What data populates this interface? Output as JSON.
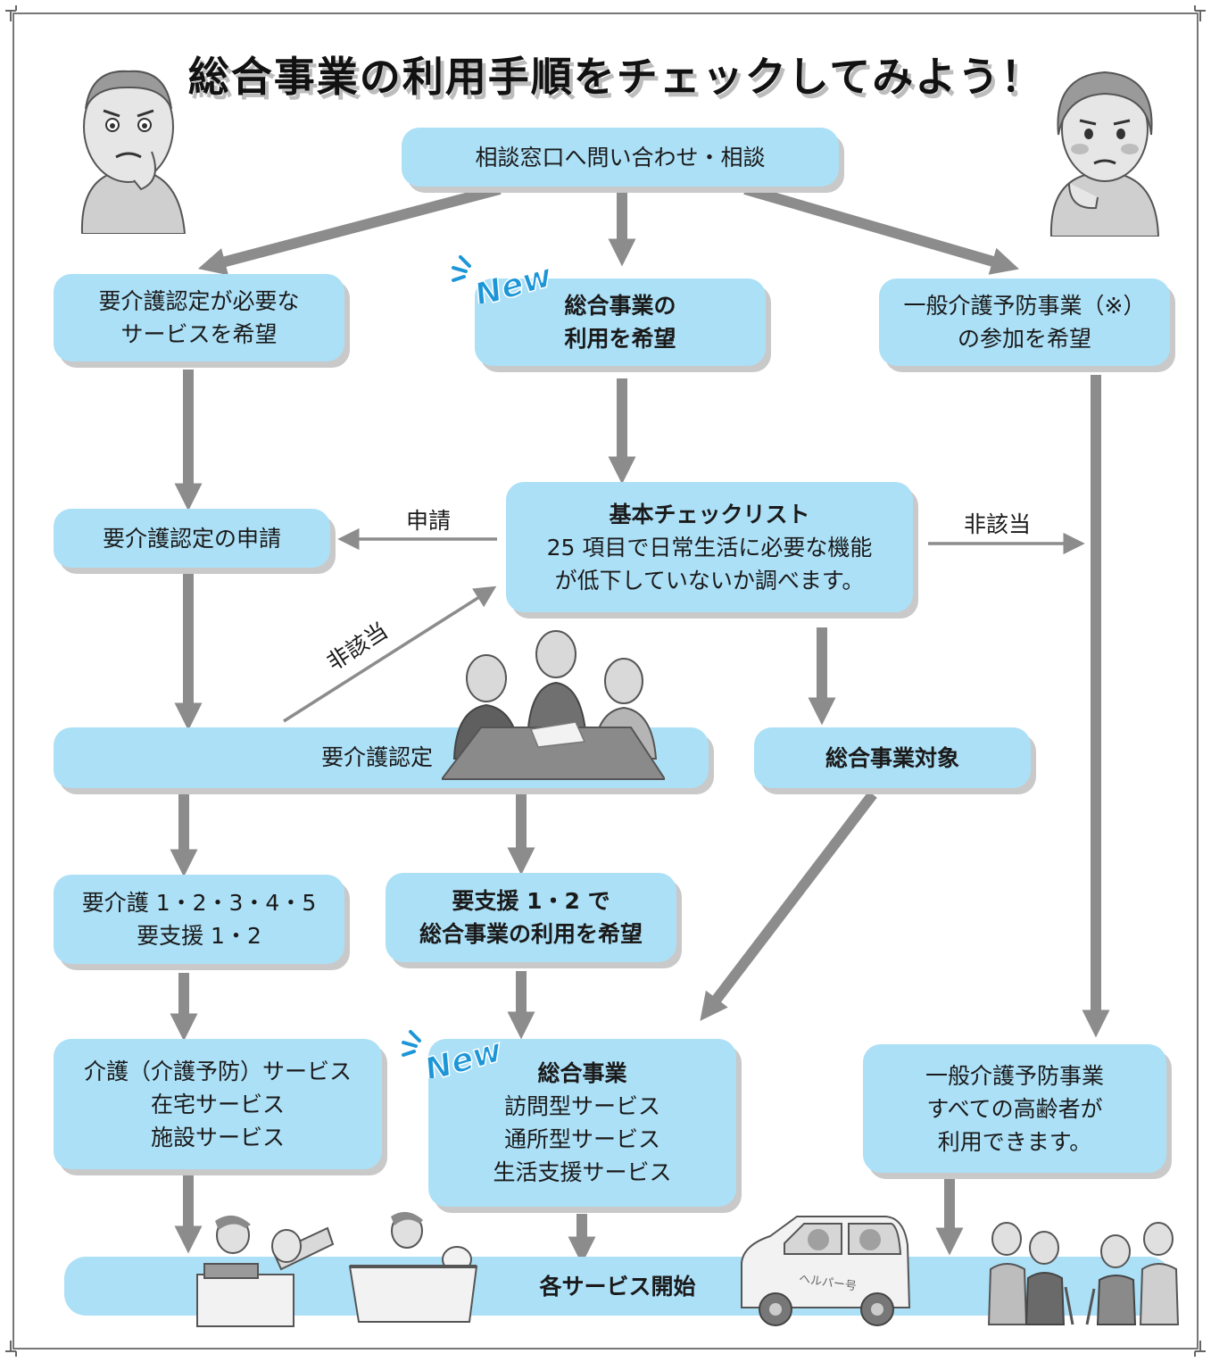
{
  "title": "総合事業の利用手順をチェックしてみよう！",
  "badge": "New",
  "nodes": {
    "consult": [
      "相談窓口へ問い合わせ・相談"
    ],
    "need_cert": [
      "要介護認定が必要な",
      "サービスを希望"
    ],
    "want_sogo": [
      "総合事業の",
      "利用を希望"
    ],
    "general_join": [
      "一般介護予防事業（※）",
      "の参加を希望"
    ],
    "apply": [
      "要介護認定の申請"
    ],
    "checklist": [
      "基本チェックリスト",
      "25 項目で日常生活に必要な機能",
      "が低下していないか調べます。"
    ],
    "cert": [
      "要介護認定"
    ],
    "target": [
      "総合事業対象"
    ],
    "levels": [
      "要介護 1・2・3・4・5",
      "要支援 1・2"
    ],
    "support12": [
      "要支援 1・2 で",
      "総合事業の利用を希望"
    ],
    "care_services": [
      "介護（介護予防）サービス",
      "在宅サービス",
      "施設サービス"
    ],
    "sogo_services": [
      "総合事業",
      "訪問型サービス",
      "通所型サービス",
      "生活支援サービス"
    ],
    "general_services": [
      "一般介護予防事業",
      "すべての高齢者が",
      "利用できます。"
    ],
    "start": [
      "各サービス開始"
    ]
  },
  "edge_labels": {
    "apply": "申請",
    "not_applicable_right": "非該当",
    "not_applicable_diag": "非該当"
  },
  "illustrations": {
    "car_text": "ヘルパー号"
  },
  "colors": {
    "box": "#ace0f7",
    "arrow": "#8c8c8c",
    "badge": "#1d96d8"
  }
}
